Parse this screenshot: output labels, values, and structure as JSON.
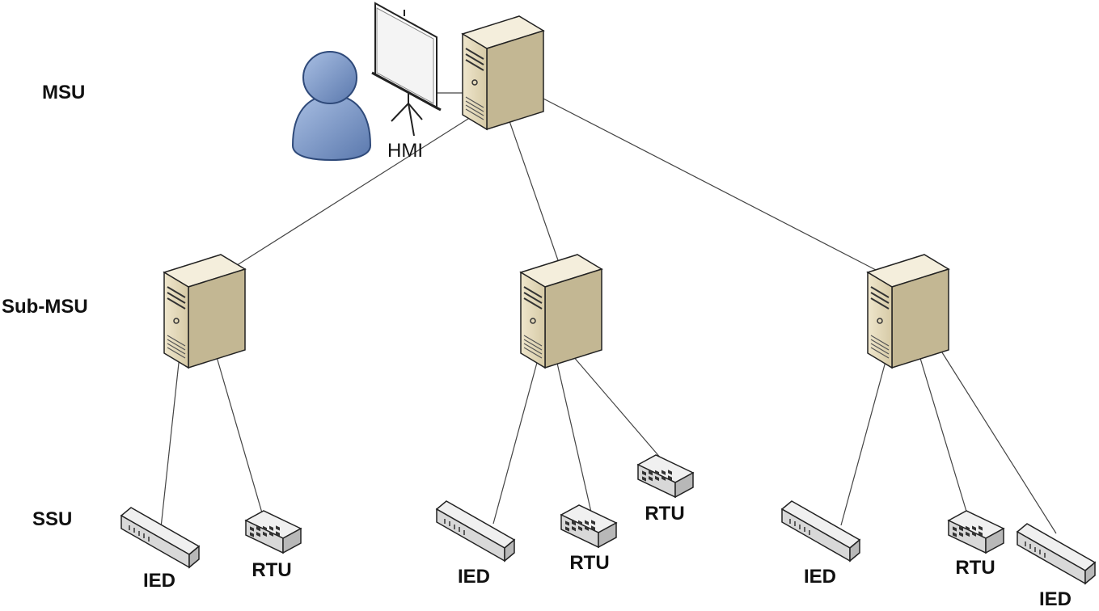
{
  "levels": {
    "msu": "MSU",
    "sub_msu": "Sub-MSU",
    "ssu": "SSU"
  },
  "hmi_label": "HMI",
  "device_labels": {
    "ied": "IED",
    "rtu": "RTU"
  },
  "icons": {
    "server": "server-tower-icon",
    "user": "user-icon",
    "screen": "projection-screen-icon",
    "ied": "ied-switch-icon",
    "rtu": "rtu-router-icon"
  },
  "colors": {
    "server_body": "#e3d9bd",
    "server_top": "#f4eedc",
    "server_side": "#c3b793",
    "device_body": "#d8d8d8",
    "user_fill": "#7b98c8",
    "line": "#444444"
  }
}
